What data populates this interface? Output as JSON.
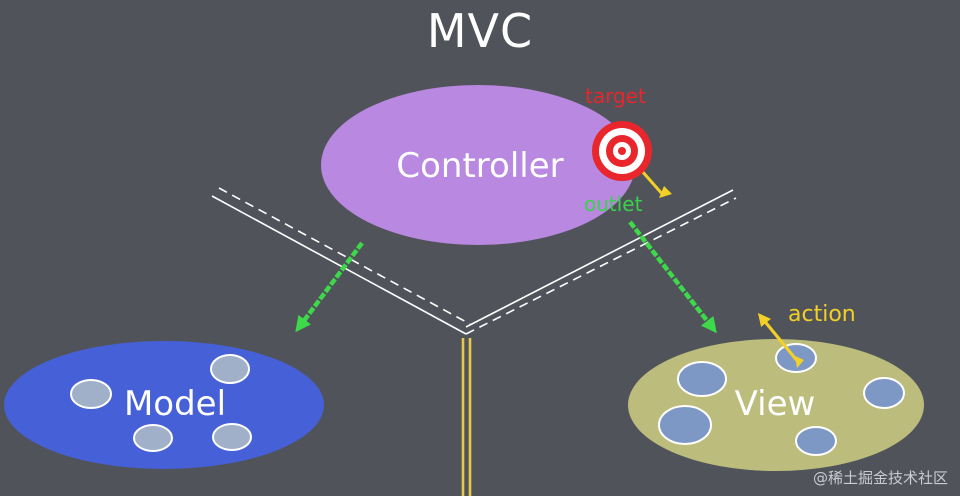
{
  "title": "MVC",
  "nodes": {
    "controller": "Controller",
    "model": "Model",
    "view": "View"
  },
  "annotations": {
    "target": "target",
    "outlet": "outlet",
    "action": "action"
  },
  "watermark": "@稀土掘金技术社区",
  "colors": {
    "background": "#50545a",
    "controller": "#b988e0",
    "model": "#4660d8",
    "view": "#bcbd7c",
    "arrow": "#3ed94a",
    "target": "#e8262b",
    "action": "#f2d027",
    "divider": "#e9c94a"
  }
}
